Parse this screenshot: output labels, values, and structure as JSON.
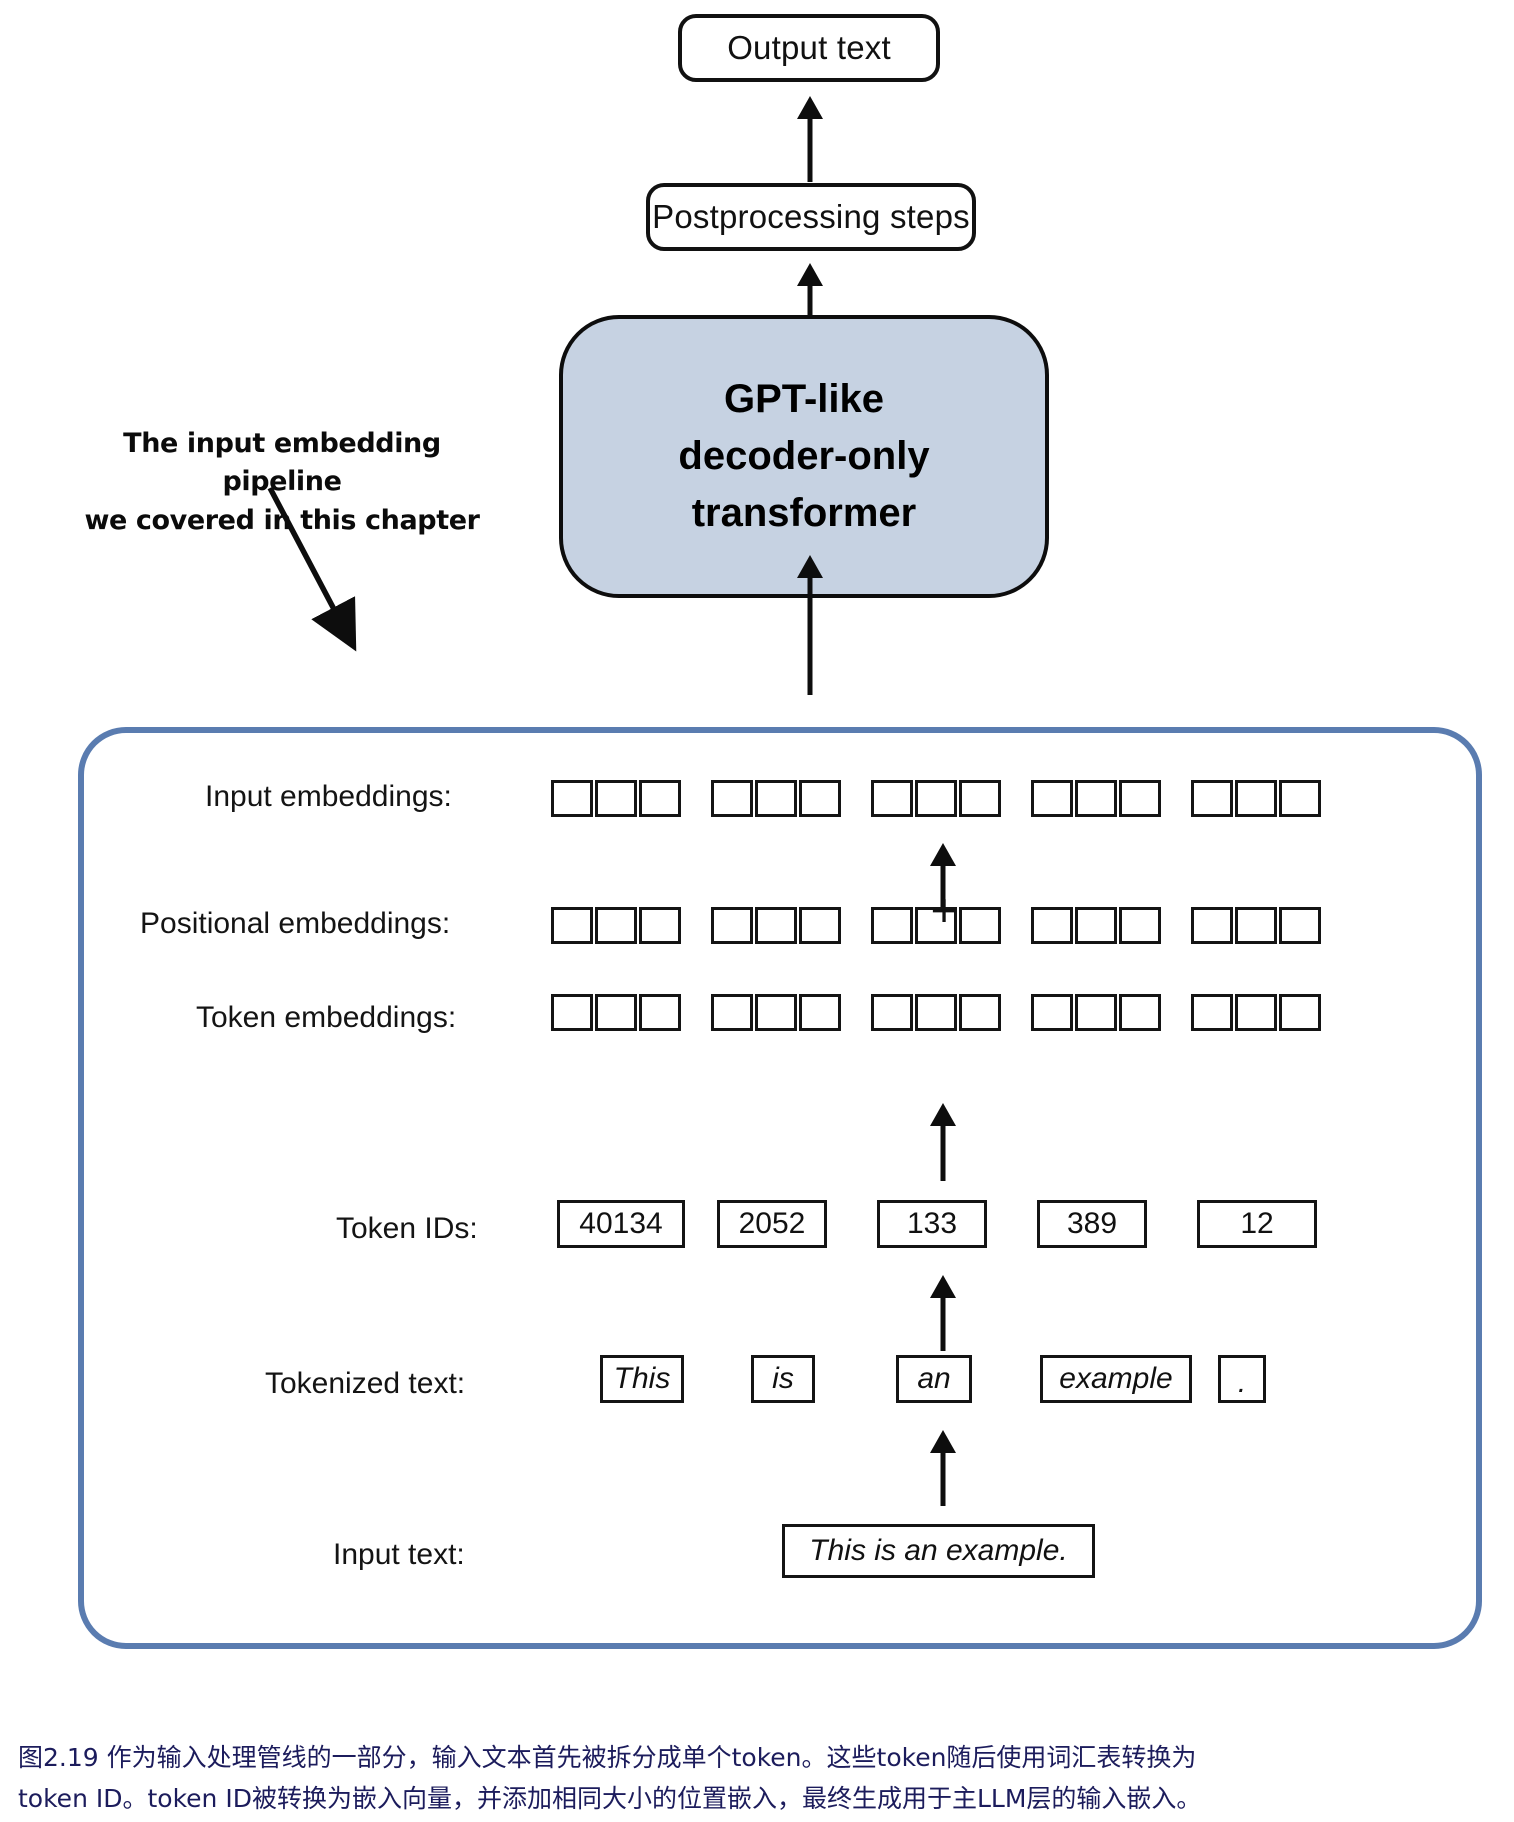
{
  "diagram": {
    "output_text": "Output text",
    "postprocessing": "Postprocessing steps",
    "gpt_block": {
      "line1": "GPT-like",
      "line2": "decoder-only",
      "line3": "transformer"
    },
    "annotation": {
      "line1": "The input embedding pipeline",
      "line2": "we covered in this chapter"
    },
    "plus_symbol": "+",
    "rows": [
      {
        "label": "Input embeddings:",
        "kind": "embedding",
        "groups": 5,
        "cells_per_group": 3
      },
      {
        "label": "Positional embeddings:",
        "kind": "embedding",
        "groups": 5,
        "cells_per_group": 3
      },
      {
        "label": "Token embeddings:",
        "kind": "embedding",
        "groups": 5,
        "cells_per_group": 3
      },
      {
        "label": "Token IDs:",
        "kind": "boxes",
        "values": [
          "40134",
          "2052",
          "133",
          "389",
          "12"
        ]
      },
      {
        "label": "Tokenized text:",
        "kind": "boxes",
        "values": [
          "This",
          "is",
          "an",
          "example",
          "."
        ]
      },
      {
        "label": "Input text:",
        "kind": "boxes",
        "values": [
          "This is an example."
        ]
      }
    ],
    "token_ids": [
      "40134",
      "2052",
      "133",
      "389",
      "12"
    ],
    "tokens": [
      "This",
      "is",
      "an",
      "example",
      "."
    ],
    "input_text": "This is an example.",
    "labels": {
      "input_embeddings": "Input embeddings:",
      "positional_embeddings": "Positional embeddings:",
      "token_embeddings": "Token embeddings:",
      "token_ids": "Token IDs:",
      "tokenized_text": "Tokenized text:",
      "input_text": "Input text:"
    },
    "colors": {
      "gpt_fill": "#c6d2e2",
      "pipeline_border": "#5a7cb0",
      "stroke": "#111111",
      "caption_text": "#1c1c5c"
    }
  },
  "caption": {
    "line1": "图2.19 作为输入处理管线的一部分，输入文本首先被拆分成单个token。这些token随后使用词汇表转换为",
    "line2": "token ID。token ID被转换为嵌入向量，并添加相同大小的位置嵌入，最终生成用于主LLM层的输入嵌入。"
  }
}
